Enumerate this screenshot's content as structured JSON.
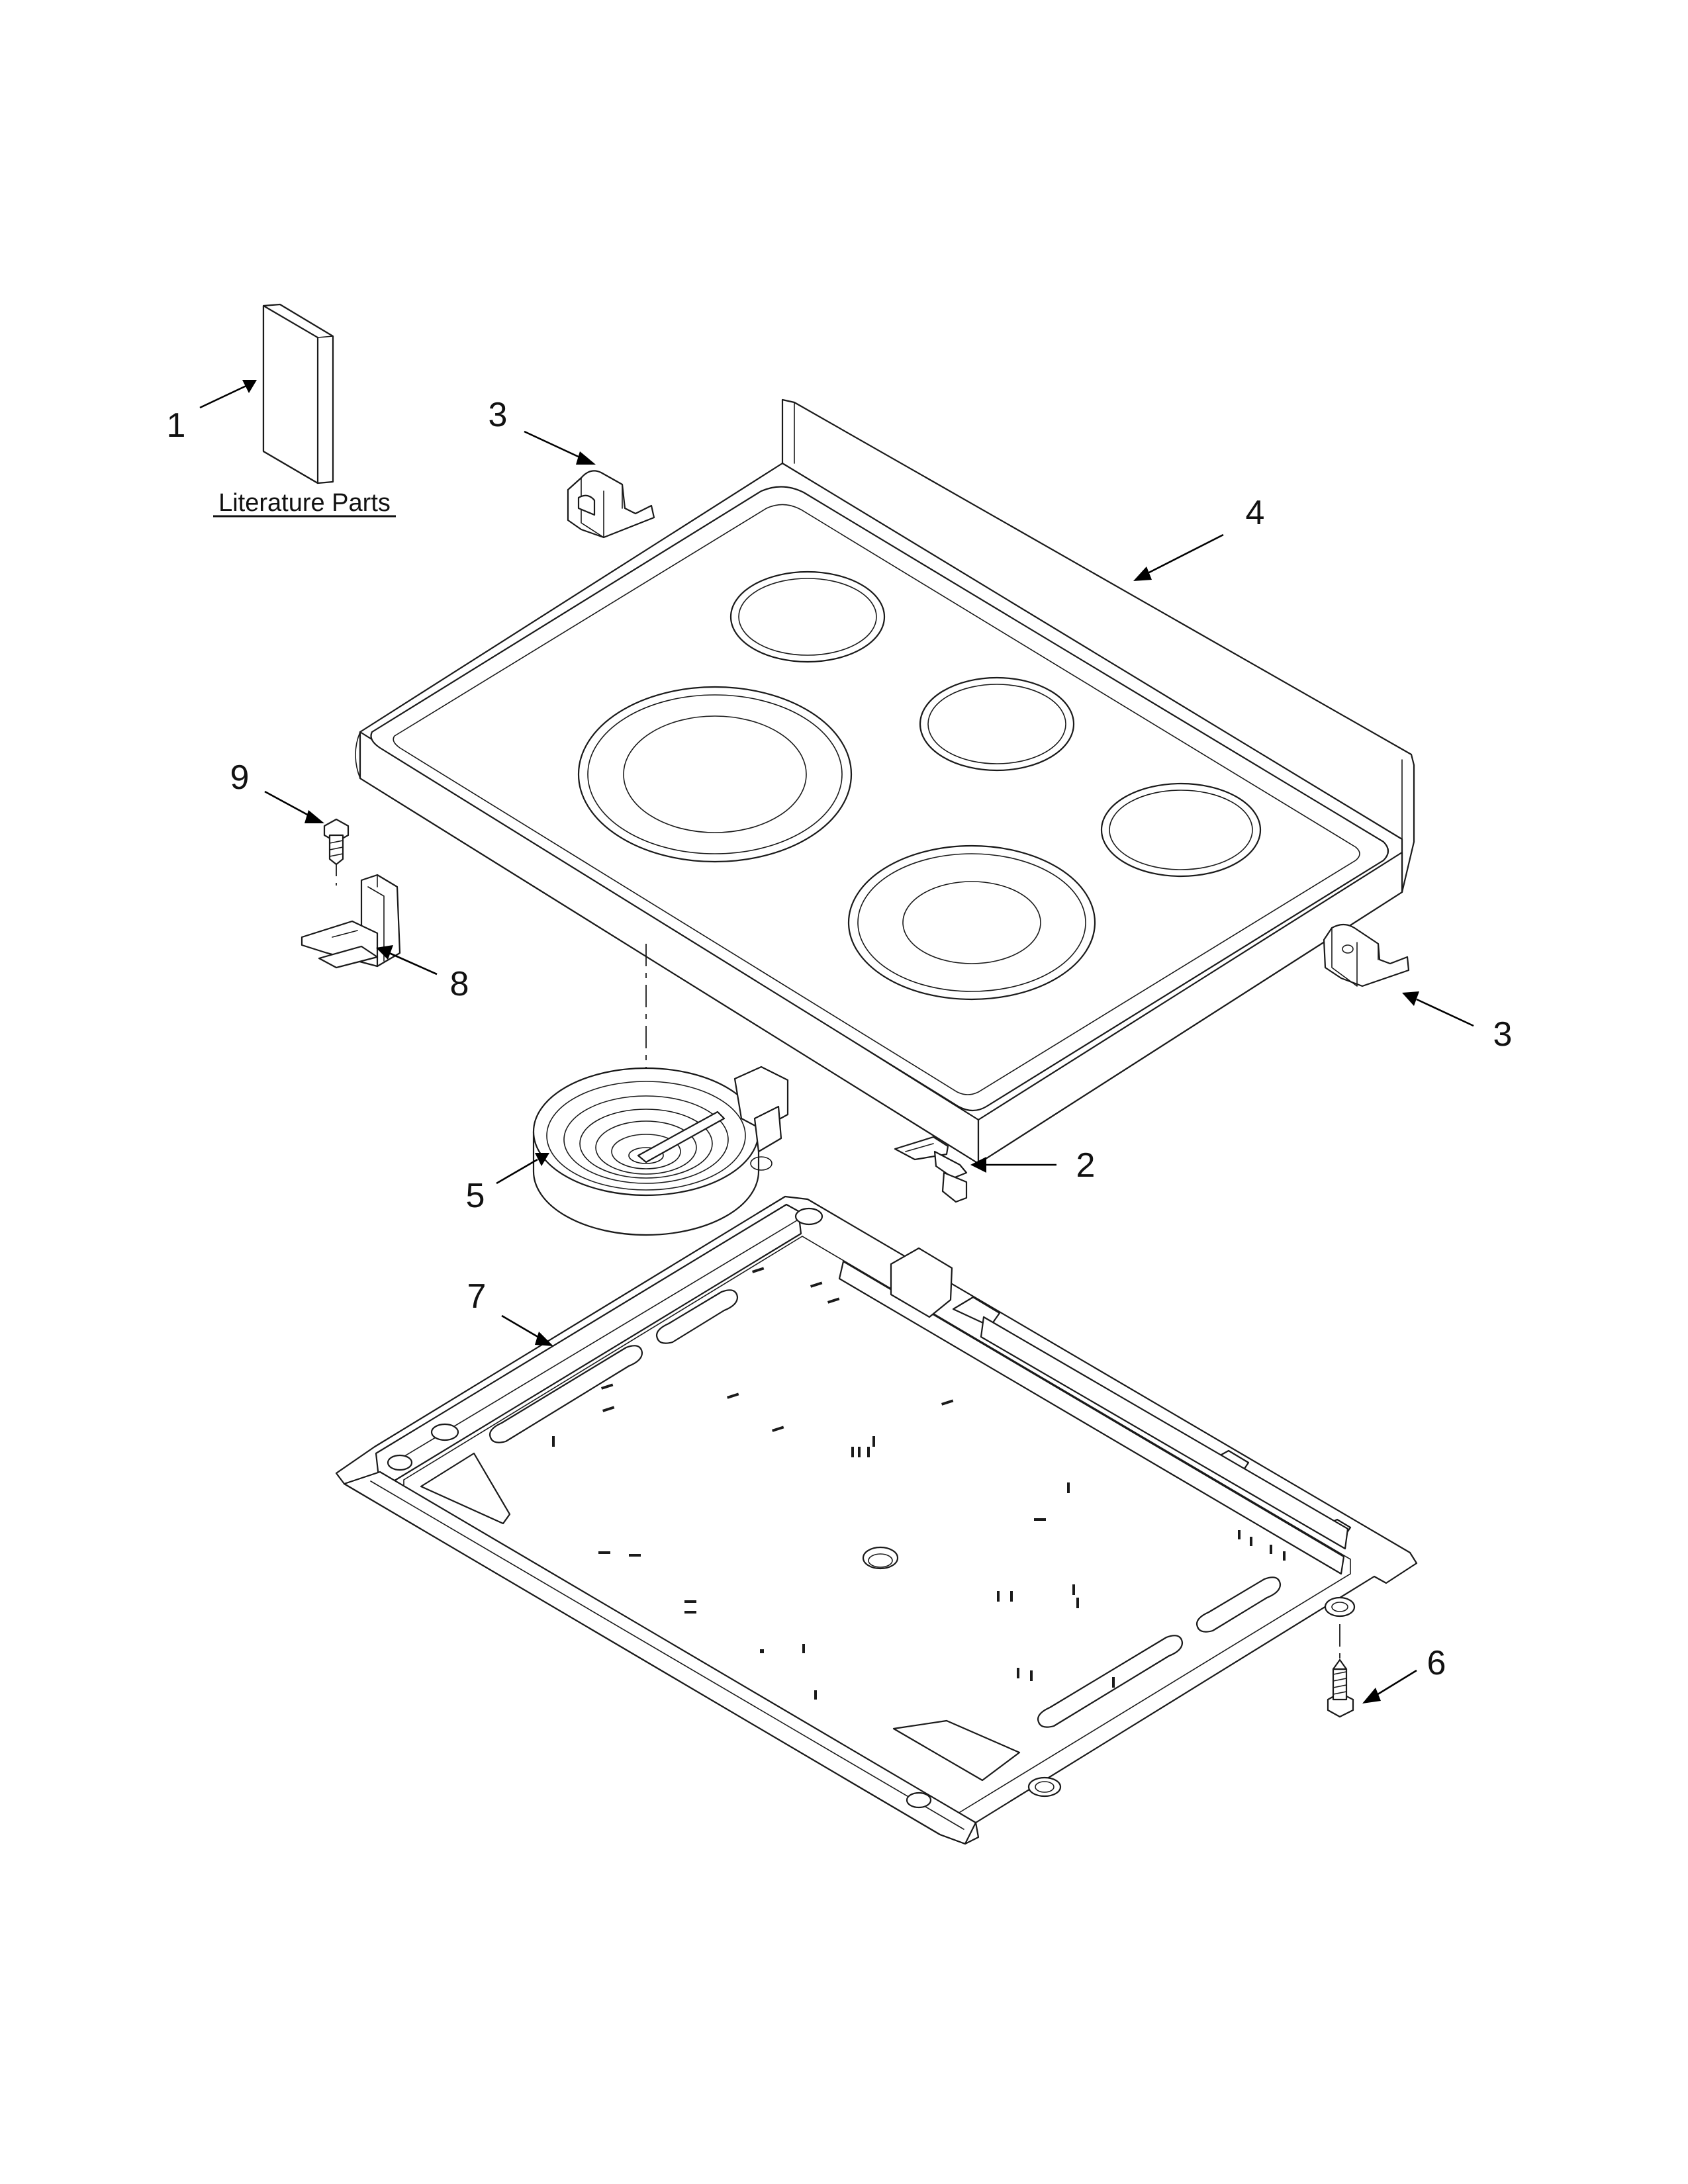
{
  "diagram": {
    "caption": "Literature Parts",
    "callouts": [
      "1",
      "2",
      "3",
      "3",
      "4",
      "5",
      "6",
      "7",
      "8",
      "9"
    ],
    "parts": [
      "literature-parts",
      "bracket-clip",
      "cooktop-bracket",
      "cooktop-bracket",
      "glass-cooktop",
      "radiant-surface-element",
      "screw",
      "burner-box",
      "element-bracket",
      "screw"
    ]
  }
}
